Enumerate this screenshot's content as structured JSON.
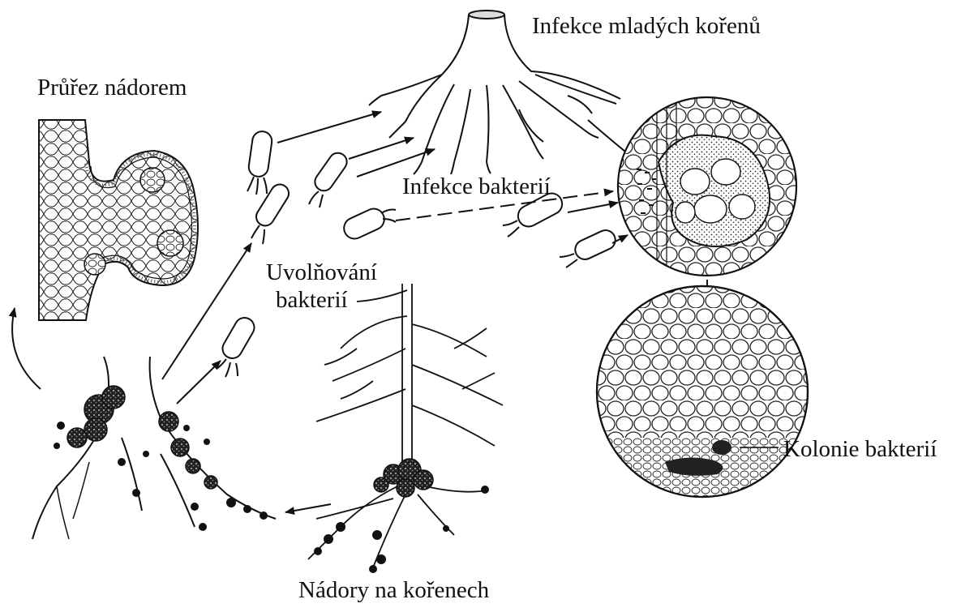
{
  "labels": {
    "cross_section": "Průřez nádorem",
    "young_root_infection": "Infekce mladých kořenů",
    "bacterial_infection": "Infekce bakterií",
    "release_line1": "Uvolňování",
    "release_line2": "bakterií",
    "bacterial_colony": "Kolonie bakterií",
    "root_tumors": "Nádory na kořenech"
  },
  "colors": {
    "ink": "#111111",
    "background": "#ffffff"
  }
}
